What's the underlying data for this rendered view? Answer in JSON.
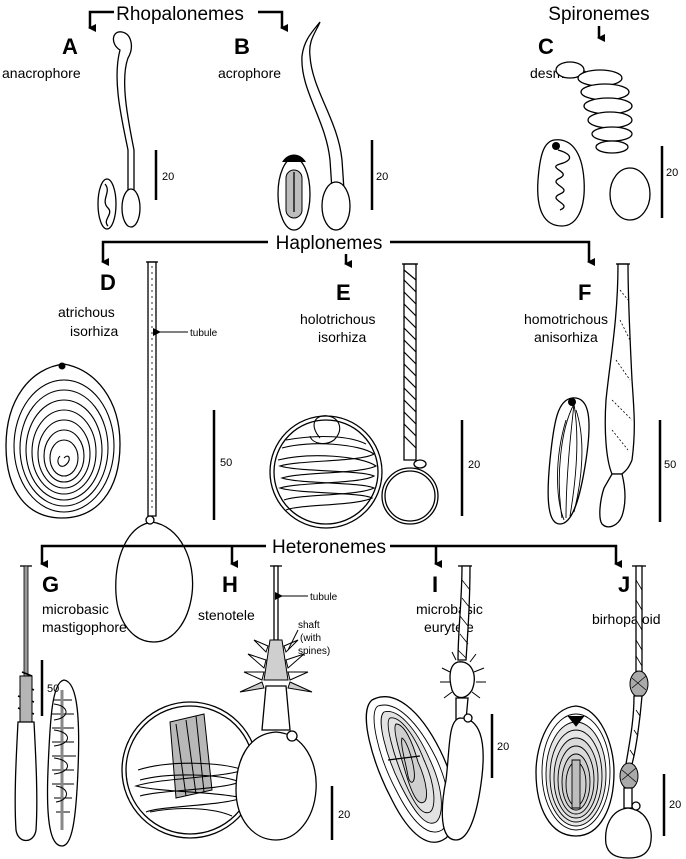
{
  "groups": {
    "rhopalonemes": "Rhopalonemes",
    "spironemes": "Spironemes",
    "haplonemes": "Haplonemes",
    "heteronemes": "Heteronemes"
  },
  "panels": [
    {
      "letter": "A",
      "name": [
        "anacrophore"
      ],
      "scale": "20"
    },
    {
      "letter": "B",
      "name": [
        "acrophore"
      ],
      "scale": "20"
    },
    {
      "letter": "C",
      "name": [
        "desmoneme"
      ],
      "scale": "20"
    },
    {
      "letter": "D",
      "name": [
        "atrichous",
        "isorhiza"
      ],
      "scale": "50"
    },
    {
      "letter": "E",
      "name": [
        "holotrichous",
        "isorhiza"
      ],
      "scale": "20"
    },
    {
      "letter": "F",
      "name": [
        "homotrichous",
        "anisorhiza"
      ],
      "scale": "50"
    },
    {
      "letter": "G",
      "name": [
        "microbasic",
        "mastigophore"
      ],
      "scale": "50"
    },
    {
      "letter": "H",
      "name": [
        "stenotele"
      ],
      "scale": "20"
    },
    {
      "letter": "I",
      "name": [
        "microbasic",
        "eurytele"
      ],
      "scale": "20"
    },
    {
      "letter": "J",
      "name": [
        "birhopaloid"
      ],
      "scale": "20"
    }
  ],
  "annotations": {
    "tubule_d": "tubule",
    "tubule_h": "tubule",
    "shaft": [
      "shaft",
      "(with",
      "spines)"
    ]
  }
}
